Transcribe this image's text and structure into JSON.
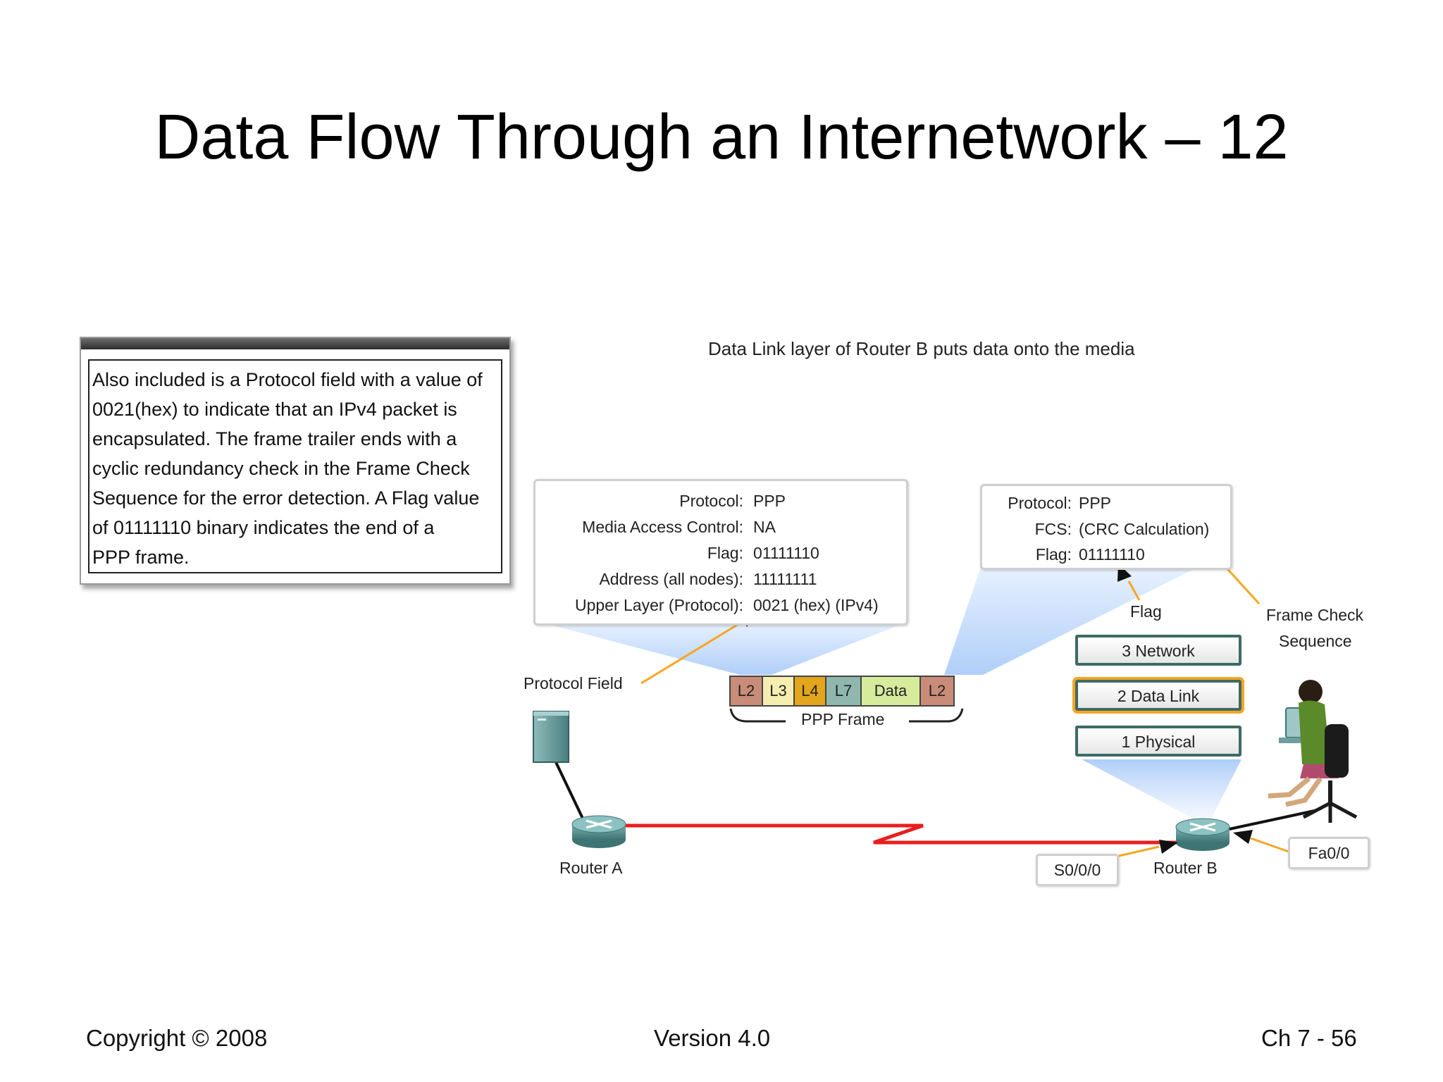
{
  "title": "Data Flow Through an Internetwork – 12",
  "explanation": {
    "lines": [
      "Also included is a Protocol field with a value of",
      "0021(hex) to indicate that an IPv4 packet is",
      "encapsulated. The frame trailer ends with a",
      "cyclic redundancy check in the Frame Check",
      "Sequence for the error detection. A Flag value",
      "of 01111110 binary indicates the end of a",
      "PPP frame."
    ]
  },
  "diagram": {
    "heading": "Data Link layer of Router B puts data onto the media",
    "header_box": {
      "rows": [
        {
          "key": "Protocol:",
          "value": "PPP"
        },
        {
          "key": "Media Access Control:",
          "value": "NA"
        },
        {
          "key": "Flag:",
          "value": "01111110"
        },
        {
          "key": "Address (all nodes):",
          "value": "11111111"
        },
        {
          "key": "Upper Layer (Protocol):",
          "value": "0021 (hex) (IPv4)"
        }
      ]
    },
    "trailer_box": {
      "rows": [
        {
          "key": "Protocol:",
          "value": "PPP"
        },
        {
          "key": "FCS:",
          "value": "(CRC Calculation)"
        },
        {
          "key": "Flag:",
          "value": "01111110"
        }
      ]
    },
    "frame": {
      "segments": [
        {
          "label": "L2",
          "color": "#c98c78"
        },
        {
          "label": "L3",
          "color": "#f5eeb0"
        },
        {
          "label": "L4",
          "color": "#e3a51c"
        },
        {
          "label": "L7",
          "color": "#8fb7ad"
        },
        {
          "label": "Data",
          "color": "#d6ec9c"
        },
        {
          "label": "L2",
          "color": "#c98c78"
        }
      ],
      "label": "PPP Frame"
    },
    "layers": [
      "3 Network",
      "2 Data Link",
      "1 Physical"
    ],
    "labels": {
      "protocol_field": "Protocol Field",
      "flag": "Flag",
      "fcs_line1": "Frame Check",
      "fcs_line2": "Sequence",
      "router_a": "Router A",
      "router_b": "Router B",
      "serial_port": "S0/0/0",
      "fast_port": "Fa0/0"
    },
    "colors": {
      "serial_link": "#e81e1e",
      "callout_arrow": "#f6a623",
      "highlight": "#f6a623",
      "router": "#4f8d8d"
    }
  },
  "footer": {
    "copyright": "Copyright © 2008",
    "version": "Version 4.0",
    "page": "Ch 7 - 56"
  }
}
